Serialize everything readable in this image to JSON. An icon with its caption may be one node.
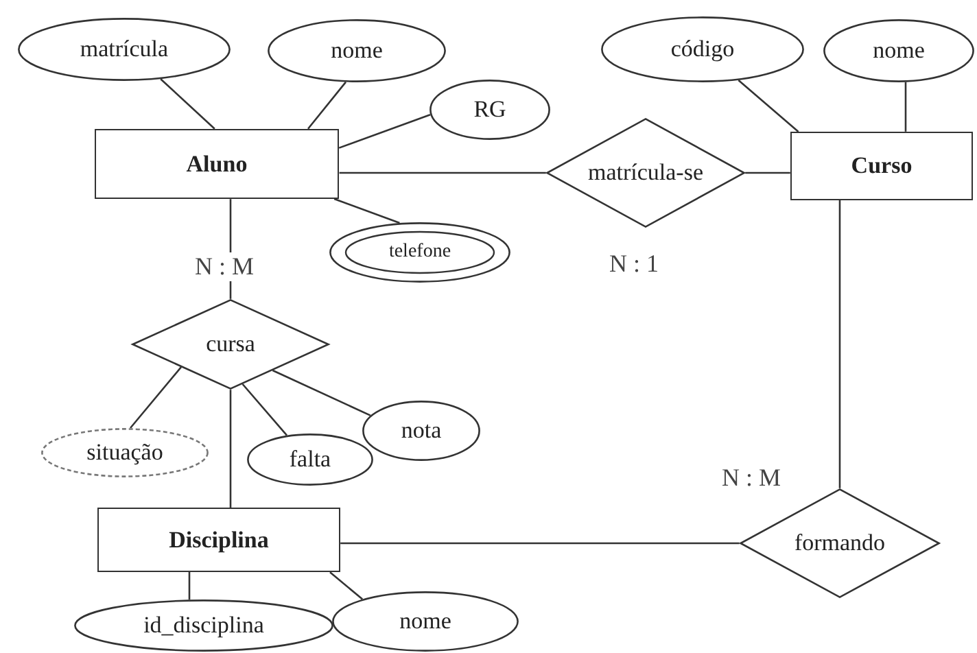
{
  "diagram": {
    "nodes": [
      {
        "text": [
          "matrícula"
        ]
      },
      {
        "text": [
          "nome"
        ]
      },
      {
        "text": [
          "RG"
        ]
      },
      {
        "text": [
          "Aluno"
        ]
      },
      {
        "text": [
          "telefone"
        ]
      },
      {
        "text": [
          "matrícula-se"
        ]
      },
      {
        "text": [
          "código"
        ]
      },
      {
        "text": [
          "nome"
        ]
      },
      {
        "text": [
          "Curso"
        ]
      },
      {
        "text": [
          "cursa"
        ]
      },
      {
        "text": [
          "situação"
        ]
      },
      {
        "text": [
          "falta"
        ]
      },
      {
        "text": [
          "nota"
        ]
      },
      {
        "text": [
          "Disciplina"
        ]
      },
      {
        "text": [
          "formando"
        ]
      },
      {
        "text": [
          "id_disciplina"
        ]
      },
      {
        "text": [
          "nome"
        ]
      }
    ],
    "edges": [
      {
        "from": 0,
        "to": 3,
        "arrow": "none"
      },
      {
        "from": 1,
        "to": 3,
        "arrow": "none"
      },
      {
        "from": 2,
        "to": 3,
        "arrow": "none"
      },
      {
        "from": 3,
        "to": 4,
        "arrow": "none"
      },
      {
        "from": 3,
        "to": 5,
        "arrow": "none"
      },
      {
        "from": 5,
        "to": 8,
        "arrow": "none"
      },
      {
        "from": 6,
        "to": 8,
        "arrow": "none"
      },
      {
        "from": 7,
        "to": 8,
        "arrow": "none"
      },
      {
        "from": 3,
        "to": 9,
        "arrow": "none"
      },
      {
        "from": 9,
        "to": 13,
        "arrow": "none"
      },
      {
        "from": 9,
        "to": 10,
        "arrow": "none"
      },
      {
        "from": 9,
        "to": 11,
        "arrow": "none"
      },
      {
        "from": 9,
        "to": 12,
        "arrow": "none"
      },
      {
        "from": 13,
        "to": 14,
        "arrow": "none"
      },
      {
        "from": 8,
        "to": 14,
        "arrow": "none"
      },
      {
        "from": 13,
        "to": 15,
        "arrow": "none"
      },
      {
        "from": 13,
        "to": 16,
        "arrow": "none"
      }
    ],
    "labels": [
      "N : M",
      "N : 1",
      "N : M"
    ]
  }
}
